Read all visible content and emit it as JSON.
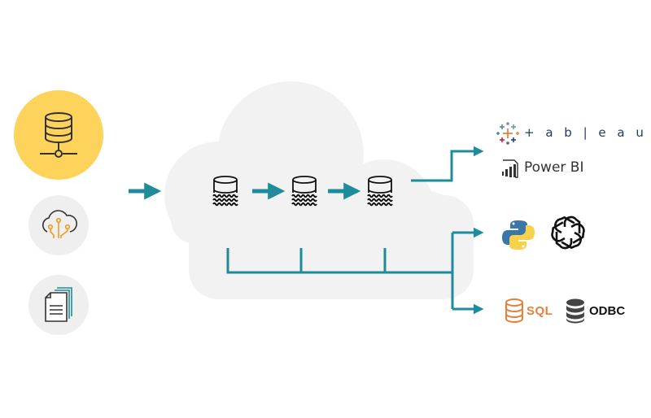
{
  "diagram": {
    "title": "Data lakehouse pipeline",
    "colors": {
      "flow": "#1e8c9a",
      "cloud": "#f2f2f2",
      "source_highlight": "#fdd35c",
      "source_muted": "#efefef",
      "icon_stroke": "#333333",
      "accent_orange": "#f39a1e"
    },
    "sources": [
      {
        "name": "database-server",
        "icon": "database-network-icon",
        "highlighted": true
      },
      {
        "name": "cloud-iot",
        "icon": "cloud-circuit-icon",
        "highlighted": false
      },
      {
        "name": "documents",
        "icon": "documents-icon",
        "highlighted": false
      }
    ],
    "pipeline": {
      "stages": [
        {
          "icon": "data-lake-icon"
        },
        {
          "icon": "data-lake-icon"
        },
        {
          "icon": "data-lake-icon"
        }
      ]
    },
    "destinations": {
      "bi": [
        {
          "label": "+ a b | e a u",
          "text": "tableau",
          "icon": "tableau-logo-icon"
        },
        {
          "label": "Power BI",
          "icon": "powerbi-logo-icon"
        }
      ],
      "ml": [
        {
          "name": "python",
          "icon": "python-logo-icon"
        },
        {
          "name": "openai",
          "icon": "openai-logo-icon"
        }
      ],
      "query": [
        {
          "label": "SQL",
          "icon": "sql-database-icon"
        },
        {
          "label": "ODBC",
          "icon": "odbc-database-icon"
        }
      ]
    }
  }
}
